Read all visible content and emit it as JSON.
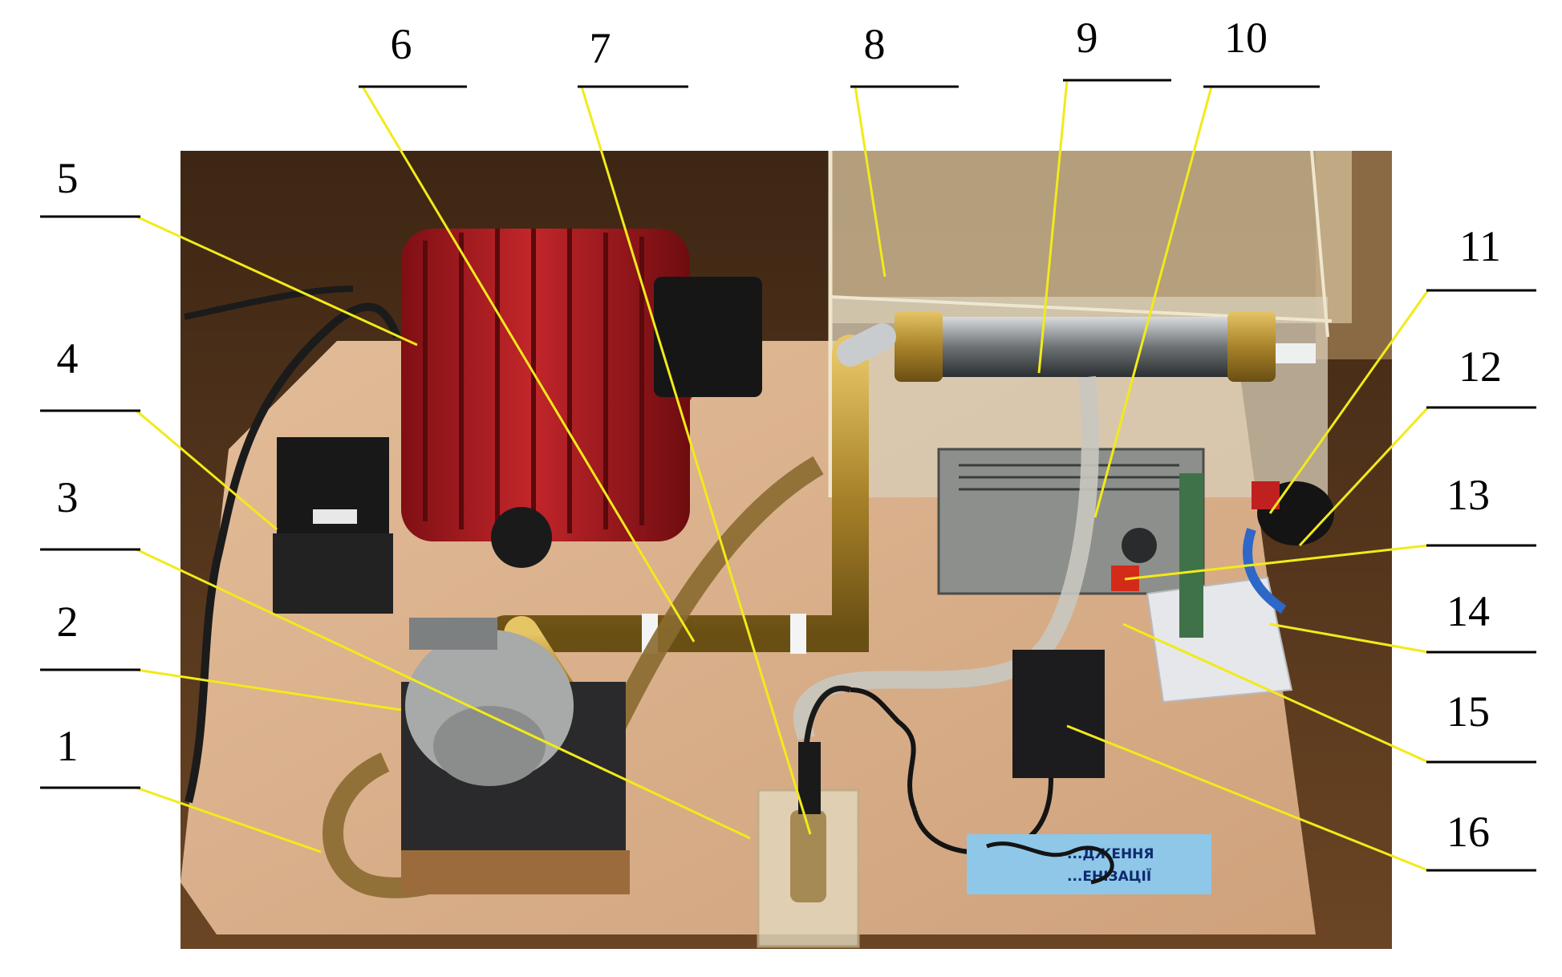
{
  "colors": {
    "leader_line": "#f2ea1a",
    "underline": "#000000",
    "base_board": "#d9b08a",
    "table_wood": "#5a3a1e",
    "motor_red": "#a81a1e",
    "brass": "#b08a2a",
    "steel": "#a5a9ab",
    "acrylic": "#d8cfb8",
    "sign_blue": "#8ec7e8"
  },
  "callouts": [
    {
      "id": "1",
      "label": "1"
    },
    {
      "id": "2",
      "label": "2"
    },
    {
      "id": "3",
      "label": "3"
    },
    {
      "id": "4",
      "label": "4"
    },
    {
      "id": "5",
      "label": "5"
    },
    {
      "id": "6",
      "label": "6"
    },
    {
      "id": "7",
      "label": "7"
    },
    {
      "id": "8",
      "label": "8"
    },
    {
      "id": "9",
      "label": "9"
    },
    {
      "id": "10",
      "label": "10"
    },
    {
      "id": "11",
      "label": "11"
    },
    {
      "id": "12",
      "label": "12"
    },
    {
      "id": "13",
      "label": "13"
    },
    {
      "id": "14",
      "label": "14"
    },
    {
      "id": "15",
      "label": "15"
    },
    {
      "id": "16",
      "label": "16"
    }
  ],
  "sign": {
    "line1": "...ДЖЕННЯ",
    "line2": "...ЕНІЗАЦІЇ"
  }
}
